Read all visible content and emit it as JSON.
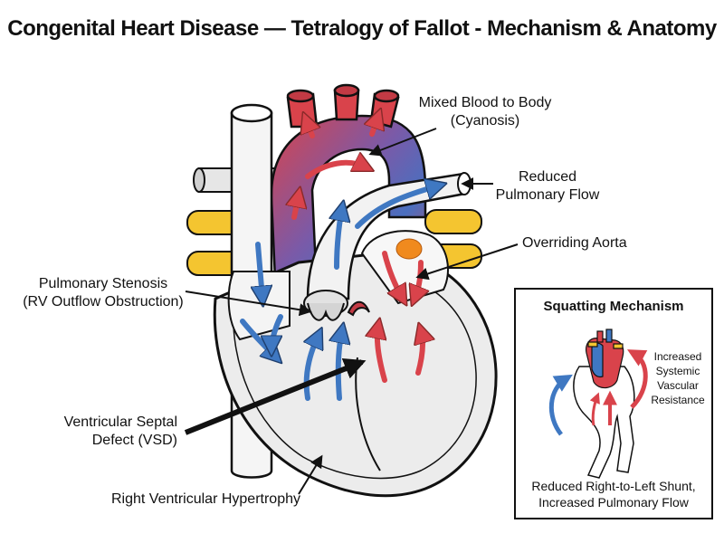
{
  "title": "Congenital Heart Disease — Tetralogy of Fallot - Mechanism & Anatomy",
  "labels": {
    "mixed_blood": [
      "Mixed Blood to Body",
      "(Cyanosis)"
    ],
    "reduced_pulmonary": [
      "Reduced",
      "Pulmonary Flow"
    ],
    "overriding_aorta": [
      "Overriding Aorta"
    ],
    "pulmonary_stenosis": [
      "Pulmonary Stenosis",
      "(RV Outflow Obstruction)"
    ],
    "vsd": [
      "Ventricular Septal",
      "Defect (VSD)"
    ],
    "rvh": [
      "Right Ventricular Hypertrophy"
    ]
  },
  "inset": {
    "title": "Squatting Mechanism",
    "right_text": [
      "Increased",
      "Systemic",
      "Vascular",
      "Resistance"
    ],
    "bottom_text": [
      "Reduced Right-to-Left Shunt,",
      "Increased Pulmonary Flow"
    ]
  },
  "colors": {
    "oxygenated": "#d9434b",
    "deoxygenated": "#3f78c2",
    "vessel_yellow": "#f4c530",
    "tissue_gray": "#d9d9d9",
    "orange_spot": "#f08a1e"
  }
}
